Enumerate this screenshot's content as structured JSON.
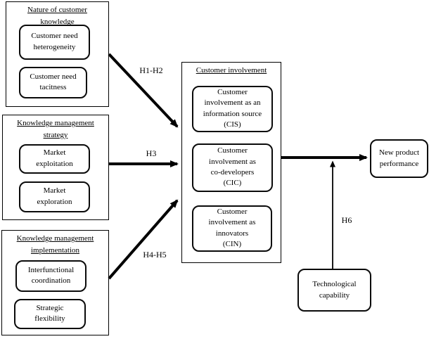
{
  "figure": {
    "type": "conceptual-framework-diagram",
    "panels": {
      "nature": {
        "title": "Nature of customer\nknowledge",
        "item1": "Customer need\nheterogeneity",
        "item2": "Customer need\ntacitness"
      },
      "strategy": {
        "title": "Knowledge management\nstrategy",
        "item1": "Market\nexploitation",
        "item2": "Market\nexploration"
      },
      "implementation": {
        "title": "Knowledge management\nimplementation",
        "item1": "Interfunctional\ncoordination",
        "item2": "Strategic\nflexibility"
      },
      "involvement": {
        "title": "Customer involvement",
        "item1": "Customer\ninvolvement as an\ninformation source\n(CIS)",
        "item2": "Customer\ninvolvement as\nco-developers\n(CIC)",
        "item3": "Customer\ninvolvement as\ninnovators\n(CIN)"
      },
      "outcome": "New product\nperformance",
      "moderator": "Technological\ncapability"
    },
    "hypothesis_labels": {
      "h1h2": "H1-H2",
      "h3": "H3",
      "h4h5": "H4-H5",
      "h6": "H6"
    },
    "colors": {
      "line": "#000000",
      "background": "#ffffff"
    }
  }
}
